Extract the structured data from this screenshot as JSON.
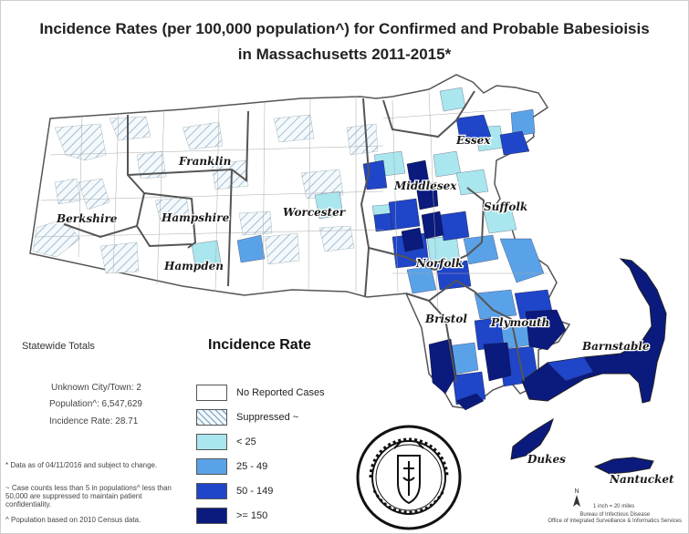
{
  "title_line1": "Incidence Rates (per 100,000 population^) for Confirmed and Probable Babesioisis",
  "title_line2": "in Massachusetts 2011-2015*",
  "counties": [
    {
      "name": "Berkshire",
      "category": "none"
    },
    {
      "name": "Franklin",
      "category": "none"
    },
    {
      "name": "Hampshire",
      "category": "none"
    },
    {
      "name": "Hampden",
      "category": "none"
    },
    {
      "name": "Worcester",
      "category": "none"
    },
    {
      "name": "Middlesex",
      "category": "high"
    },
    {
      "name": "Essex",
      "category": "mid"
    },
    {
      "name": "Suffolk",
      "category": "lt25"
    },
    {
      "name": "Norfolk",
      "category": "mid"
    },
    {
      "name": "Bristol",
      "category": "mid"
    },
    {
      "name": "Plymouth",
      "category": "high"
    },
    {
      "name": "Barnstable",
      "category": "vhigh"
    },
    {
      "name": "Dukes",
      "category": "vhigh"
    },
    {
      "name": "Nantucket",
      "category": "vhigh"
    }
  ],
  "statewide": {
    "heading": "Statewide Totals",
    "unknown": "Unknown City/Town: 2",
    "population": "Population^: 6,547,629",
    "rate": "Incidence Rate: 28.71"
  },
  "notes": {
    "n1": "* Data as of 04/11/2016 and subject to change.",
    "n2": "~ Case counts less than 5 in populations^ less than 50,000 are suppressed to maintain patient confidentiality.",
    "n3": "^ Population based on 2010 Census data."
  },
  "legend": {
    "title": "Incidence Rate",
    "items": [
      {
        "label": "No Reported Cases",
        "color": "#ffffff"
      },
      {
        "label": "Suppressed ~",
        "color": "hatch"
      },
      {
        "label": "< 25",
        "color": "#a9e6ee"
      },
      {
        "label": "25 - 49",
        "color": "#5aa2e8"
      },
      {
        "label": "50 - 149",
        "color": "#1f45c9"
      },
      {
        "label": ">= 150",
        "color": "#0b1a7d"
      }
    ]
  },
  "colors": {
    "none": "#ffffff",
    "lt25": "#a9e6ee",
    "low": "#5aa2e8",
    "mid": "#1f45c9",
    "high": "#1f45c9",
    "vhigh": "#0b1a7d",
    "border": "#666666"
  },
  "seal_icon": "commonwealth-seal-icon",
  "north_icon": "north-arrow-icon",
  "north_label": "N",
  "scale": "1 inch = 20 miles",
  "credit": {
    "line1": "Bureau of Infectious Disease",
    "line2": "Office of Integrated Surveillance & Informatics Services"
  }
}
